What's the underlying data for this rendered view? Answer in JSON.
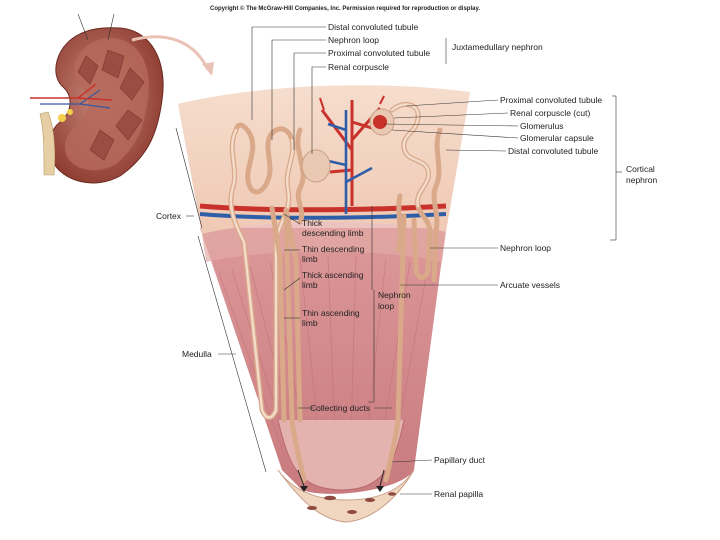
{
  "copyright": "Copyright © The McGraw-Hill Companies, Inc. Permission required for reproduction or display.",
  "labels": {
    "distal_top": "Distal convoluted tubule",
    "nephron_loop_top": "Nephron loop",
    "proximal_top": "Proximal convoluted tubule",
    "renal_corpuscle_top": "Renal corpuscle",
    "juxtamedullary": "Juxtamedullary nephron",
    "proximal_right": "Proximal convoluted tubule",
    "renal_corpuscle_cut": "Renal corpuscle (cut)",
    "glomerulus": "Glomerulus",
    "glomerular_capsule": "Glomerular capsule",
    "distal_right": "Distal convoluted tubule",
    "cortical_nephron": [
      "Cortical",
      "nephron"
    ],
    "cortex": "Cortex",
    "thick_descending": [
      "Thick",
      "descending limb"
    ],
    "thin_descending": [
      "Thin descending",
      "limb"
    ],
    "thick_ascending": [
      "Thick ascending",
      "limb"
    ],
    "thin_ascending": [
      "Thin ascending",
      "limb"
    ],
    "nephron_loop_mid": [
      "Nephron",
      "loop"
    ],
    "nephron_loop_right": "Nephron loop",
    "arcuate_vessels": "Arcuate vessels",
    "medulla": "Medulla",
    "collecting_ducts": "Collecting ducts",
    "papillary_duct": "Papillary duct",
    "renal_papilla": "Renal papilla"
  },
  "colors": {
    "cortex": "#f2d3c0",
    "medulla": "#d98d8f",
    "medulla_dark": "#c4646b",
    "tubule": "#d9a98a",
    "artery": "#c8322a",
    "vein": "#2f5ea8",
    "kidney": "#a24a3d"
  }
}
